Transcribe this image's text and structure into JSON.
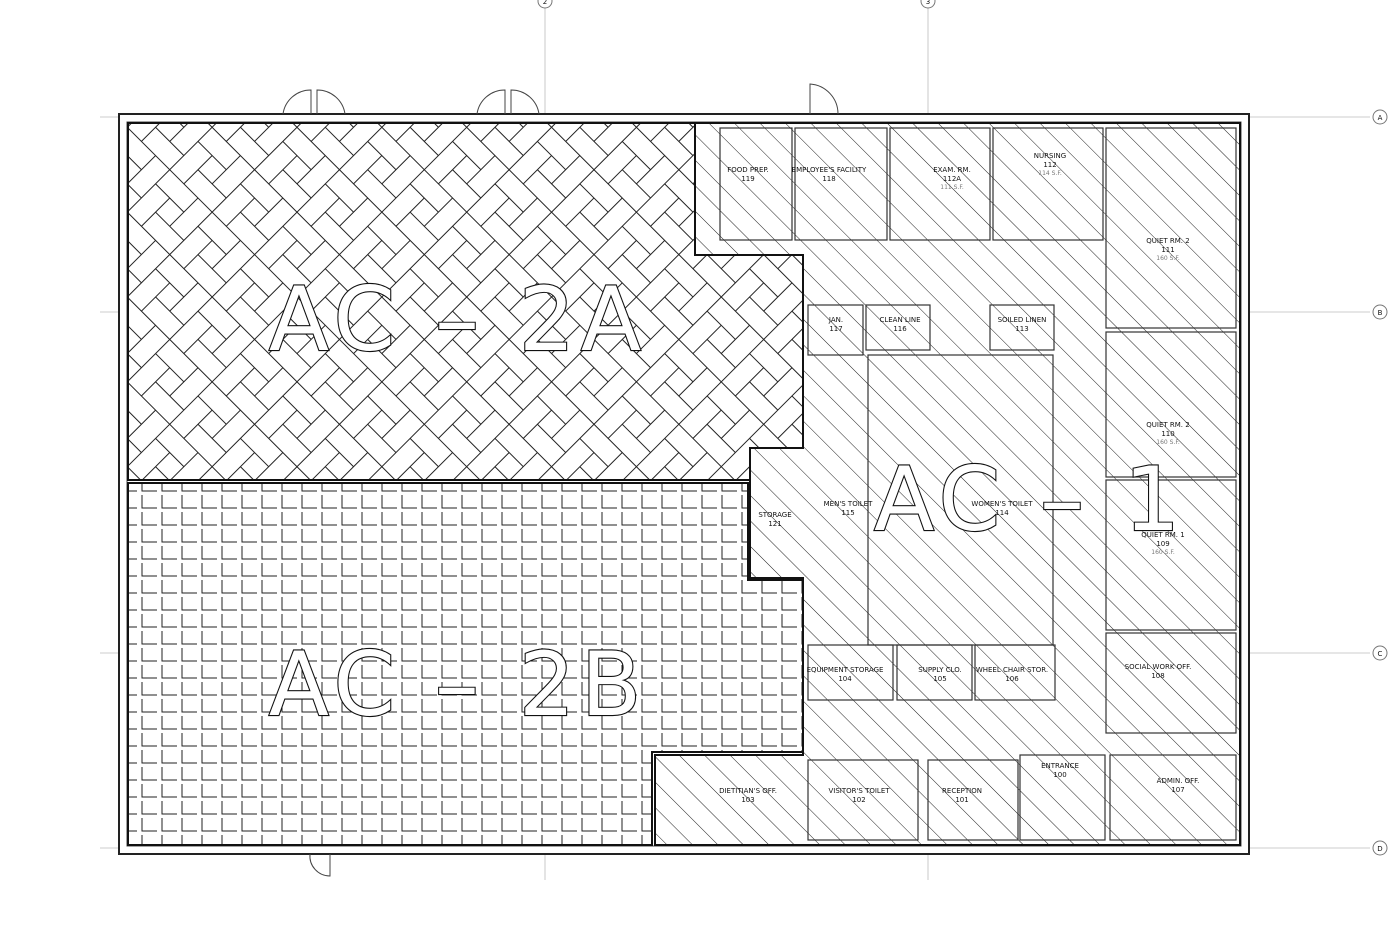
{
  "zones": [
    {
      "id": "ac-2a",
      "label": "AC – 2A"
    },
    {
      "id": "ac-2b",
      "label": "AC – 2B"
    },
    {
      "id": "ac-1",
      "label": "AC – 1"
    }
  ],
  "rooms": [
    {
      "name": "FOOD PREP.",
      "number": "119"
    },
    {
      "name": "EMPLOYEE'S FACILITY",
      "number": "118"
    },
    {
      "name": "EXAM. RM.",
      "number": "112A",
      "area": "111 S.F."
    },
    {
      "name": "NURSING",
      "number": "112",
      "area": "114 S.F."
    },
    {
      "name": "QUIET RM. 2",
      "number": "111",
      "area": "160 S.F."
    },
    {
      "name": "JAN.",
      "number": "117"
    },
    {
      "name": "CLEAN LINE",
      "number": "116"
    },
    {
      "name": "SOILED LINEN",
      "number": "113"
    },
    {
      "name": "QUIET RM. 2",
      "number": "110",
      "area": "160 S.F."
    },
    {
      "name": "STORAGE",
      "number": "121"
    },
    {
      "name": "MEN'S TOILET",
      "number": "115"
    },
    {
      "name": "WOMEN'S TOILET",
      "number": "114"
    },
    {
      "name": "QUIET RM. 1",
      "number": "109",
      "area": "160 S.F."
    },
    {
      "name": "EQUIPMENT STORAGE",
      "number": "104"
    },
    {
      "name": "SUPPLY CLO.",
      "number": "105"
    },
    {
      "name": "WHEEL CHAIR STOR.",
      "number": "106"
    },
    {
      "name": "SOCIAL WORK OFF.",
      "number": "108"
    },
    {
      "name": "ENTRANCE",
      "number": "100"
    },
    {
      "name": "DIETITIAN'S OFF.",
      "number": "103"
    },
    {
      "name": "VISITOR'S TOILET",
      "number": "102"
    },
    {
      "name": "RECEPTION",
      "number": "101"
    },
    {
      "name": "ADMIN. OFF.",
      "number": "107"
    }
  ],
  "grid_bubbles": [
    "2",
    "3",
    "A",
    "B",
    "C",
    "D"
  ]
}
